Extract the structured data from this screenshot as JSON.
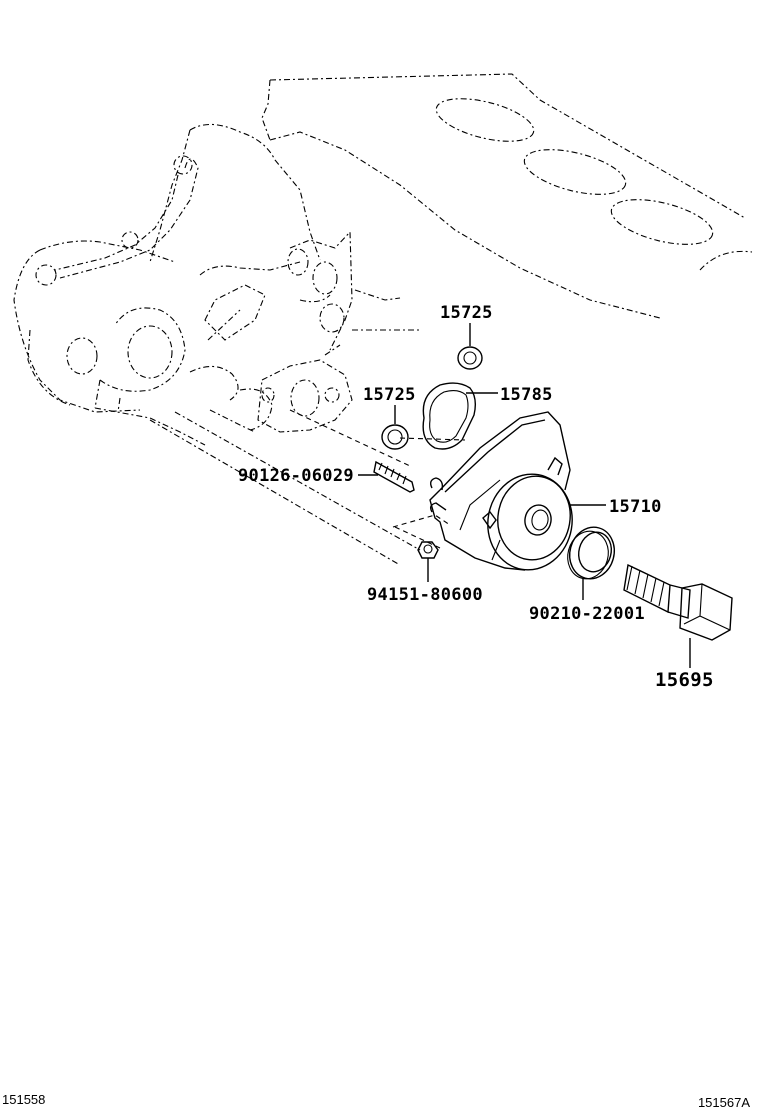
{
  "labels": {
    "p15725_top": "15725",
    "p15725_mid": "15725",
    "p15785": "15785",
    "p90126": "90126-06029",
    "p15710": "15710",
    "p94151": "94151-80600",
    "p90210": "90210-22001",
    "p15695": "15695"
  },
  "footer": {
    "left_code": "151558",
    "right_code": "151567A"
  }
}
